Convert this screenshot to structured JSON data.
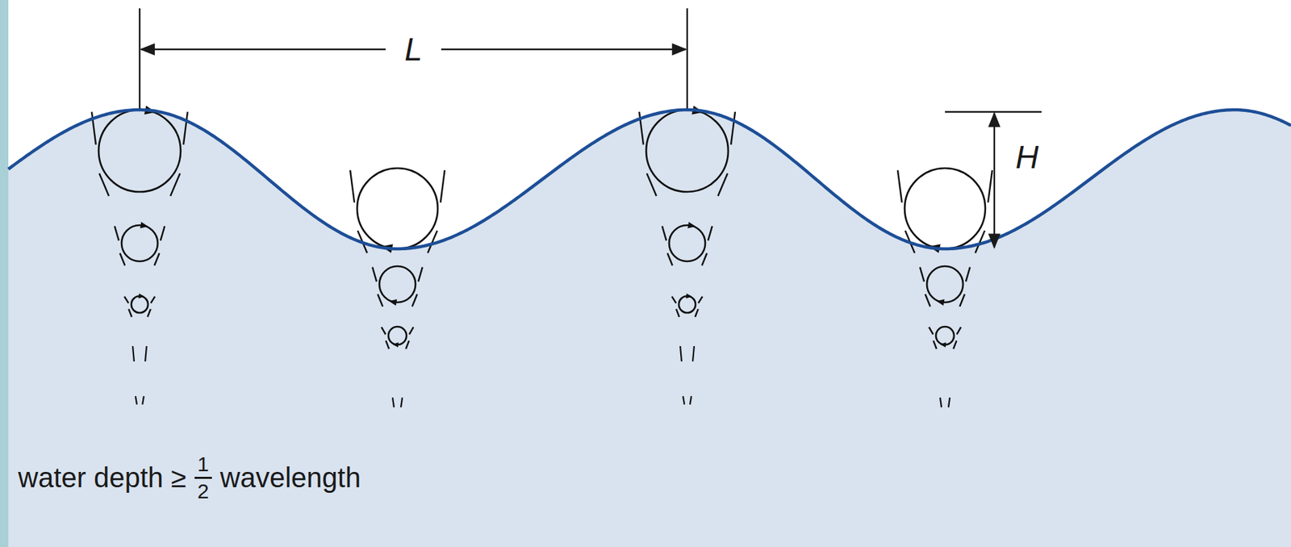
{
  "diagram": {
    "labels": [
      "L",
      "H",
      "water depth ≥",
      "1",
      "2",
      "wavelength"
    ]
  }
}
